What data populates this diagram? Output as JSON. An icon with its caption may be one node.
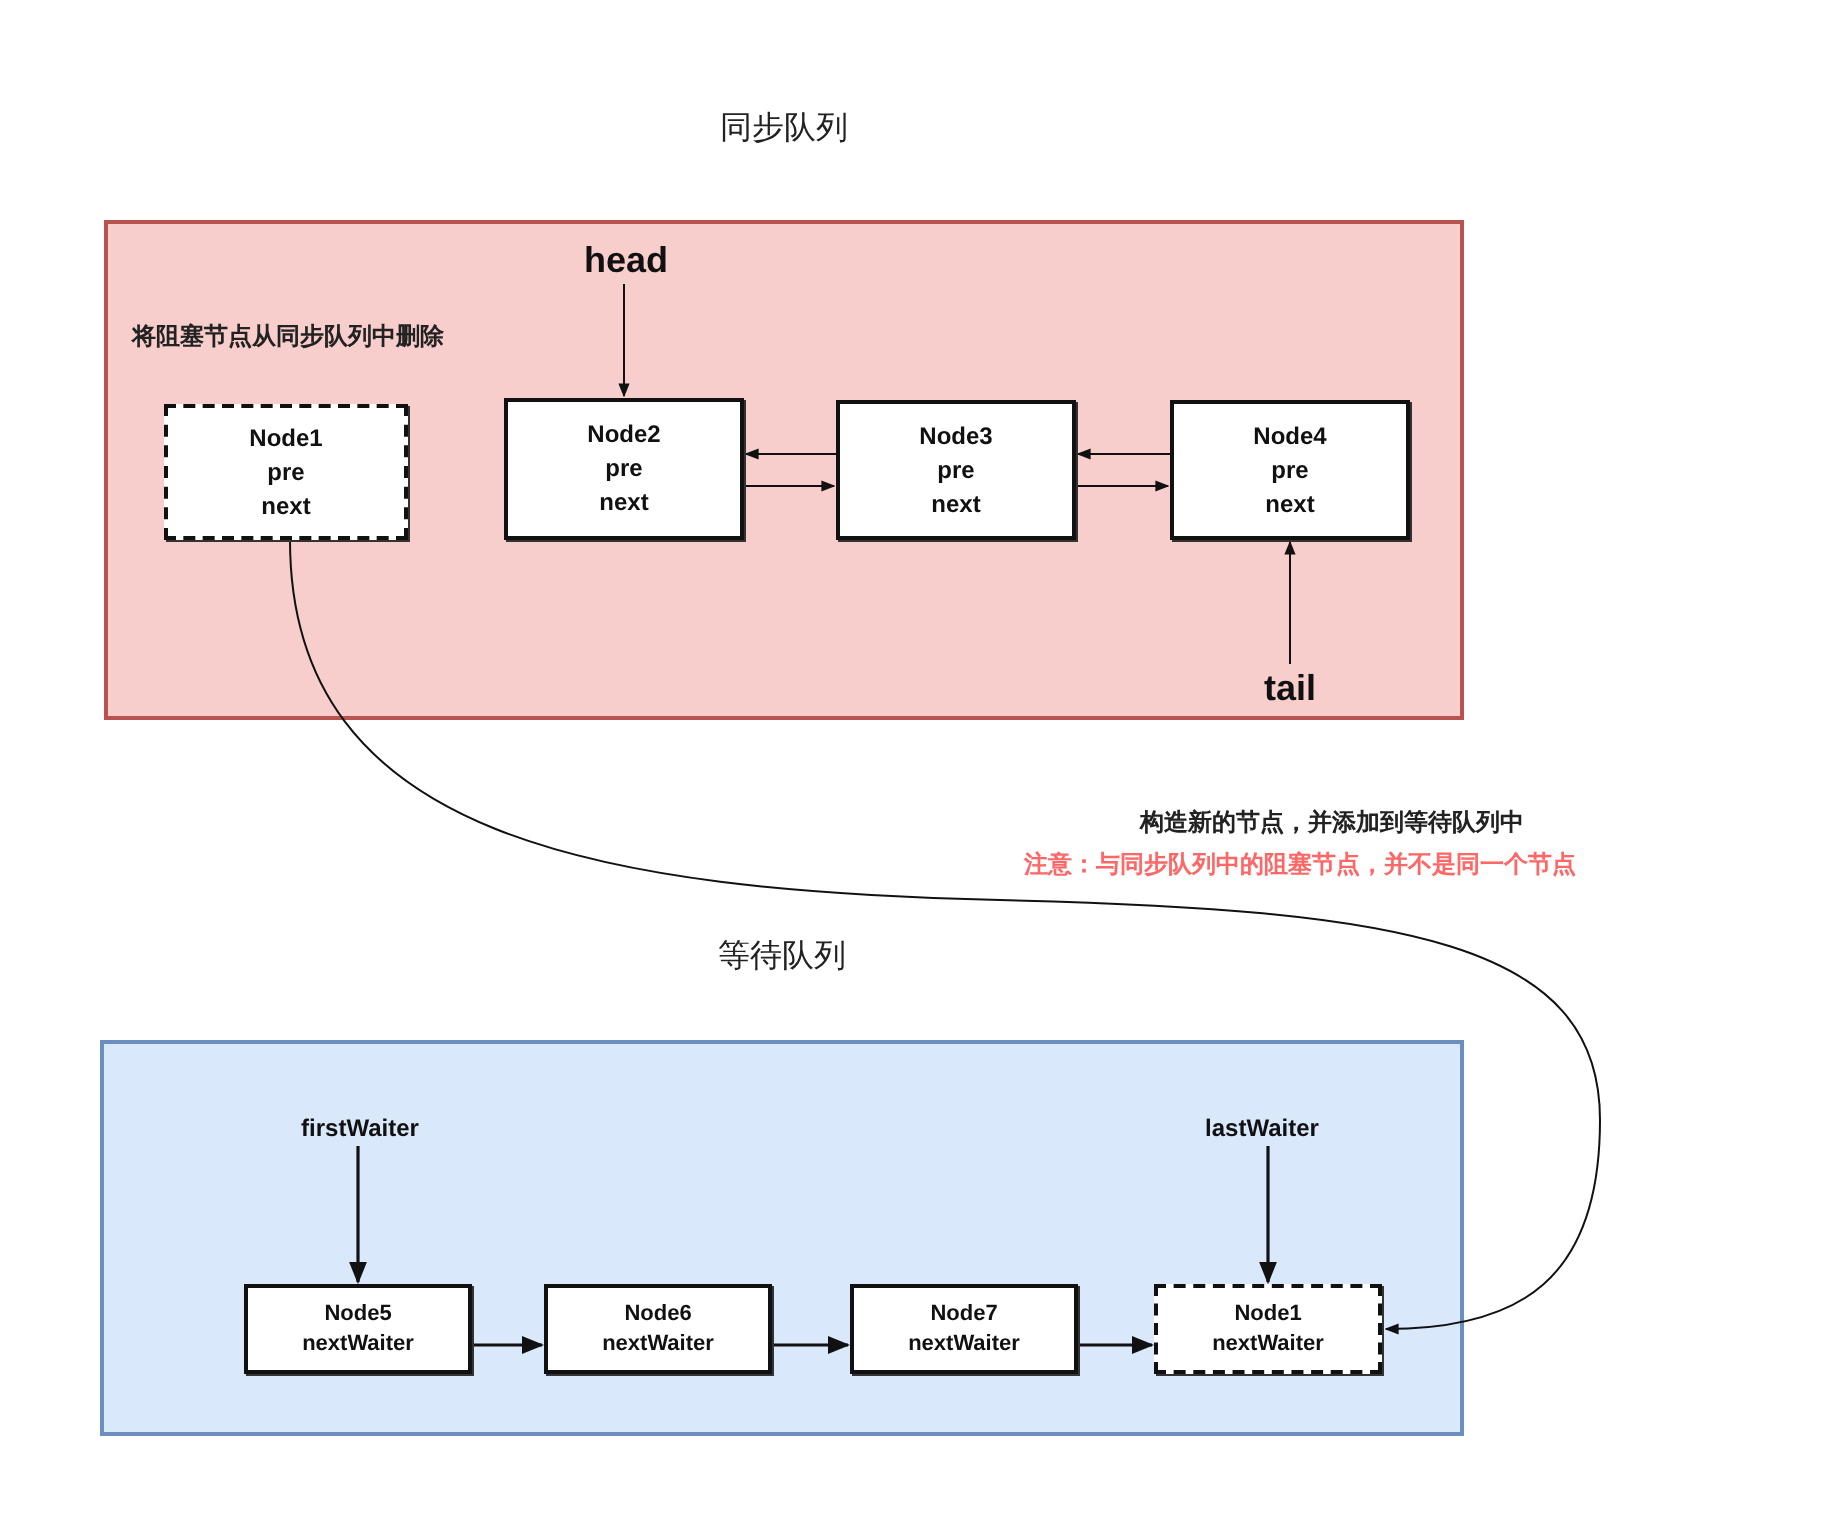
{
  "diagram": {
    "nodes": [
      {
        "text": [
          "同步队列"
        ]
      },
      {
        "text": [
          "Node1",
          "pre",
          "next"
        ],
        "in": 0
      },
      {
        "text": [
          "Node2",
          "pre",
          "next"
        ],
        "in": 0
      },
      {
        "text": [
          "Node3",
          "pre",
          "next"
        ],
        "in": 0
      },
      {
        "text": [
          "Node4",
          "pre",
          "next"
        ],
        "in": 0
      },
      {
        "text": [
          "head"
        ],
        "in": 0
      },
      {
        "text": [
          "tail"
        ],
        "in": 0
      },
      {
        "text": [
          "等待队列"
        ]
      },
      {
        "text": [
          "Node5",
          "nextWaiter"
        ],
        "in": 7
      },
      {
        "text": [
          "Node6",
          "nextWaiter"
        ],
        "in": 7
      },
      {
        "text": [
          "Node7",
          "nextWaiter"
        ],
        "in": 7
      },
      {
        "text": [
          "Node1",
          "nextWaiter"
        ],
        "in": 7
      },
      {
        "text": [
          "firstWaiter"
        ],
        "in": 7
      },
      {
        "text": [
          "lastWaiter"
        ],
        "in": 7
      }
    ],
    "edges": [
      {
        "from": 5,
        "to": 2,
        "arrow": "to"
      },
      {
        "from": 2,
        "to": 3,
        "arrow": "to"
      },
      {
        "from": 3,
        "to": 2,
        "arrow": "to"
      },
      {
        "from": 3,
        "to": 4,
        "arrow": "to"
      },
      {
        "from": 4,
        "to": 3,
        "arrow": "to"
      },
      {
        "from": 6,
        "to": 4,
        "arrow": "to"
      },
      {
        "from": 1,
        "to": 11,
        "arrow": "to",
        "label": "构造新的节点，并添加到等待队列中"
      },
      {
        "from": 12,
        "to": 8,
        "arrow": "to"
      },
      {
        "from": 13,
        "to": 11,
        "arrow": "to"
      },
      {
        "from": 8,
        "to": 9,
        "arrow": "to"
      },
      {
        "from": 9,
        "to": 10,
        "arrow": "to"
      },
      {
        "from": 10,
        "to": 11,
        "arrow": "to"
      }
    ],
    "labels": [
      "将阻塞节点从同步队列中删除",
      "注意：与同步队列中的阻塞节点，并不是同一个节点"
    ]
  }
}
